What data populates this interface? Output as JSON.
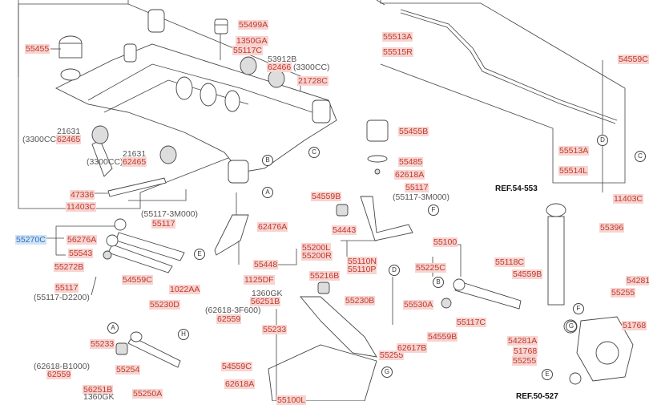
{
  "diagram": {
    "title": "Rear Suspension Crossmember / Control Arms",
    "references": {
      "ref_top": "REF.54-553",
      "ref_bottom": "REF.50-527"
    },
    "callout_letters": [
      "A",
      "B",
      "C",
      "D",
      "E",
      "F",
      "G",
      "H"
    ],
    "labels": {
      "l55455": "55455",
      "l55499A": "55499A",
      "l1350GA": "1350GA",
      "l55117C_top": "55117C",
      "l53912B": "53912B",
      "l62466": "62466",
      "l3300cc_a": "(3300CC)",
      "l21728C": "21728C",
      "l21631_a": "21631",
      "l3300cc_b": "(3300CC)",
      "l62465_a": "62465",
      "l21631_b": "21631",
      "l3300cc_c": "(3300CC)",
      "l62465_b": "62465",
      "l55455B": "55455B",
      "l55485": "55485",
      "l62618A_top": "62618A",
      "l55117_right": "55117",
      "l55117_3M000_right": "(55117-3M000)",
      "l47336": "47336",
      "l11403C_left": "11403C",
      "l55117_3M000_left": "(55117-3M000)",
      "l55117_left": "55117",
      "l55270C": "55270C",
      "l56276A": "56276A",
      "l55543": "55543",
      "l55272B": "55272B",
      "l55117_lower": "55117",
      "l55117_D2200": "(55117-D2200)",
      "l62476A": "62476A",
      "l55448": "55448",
      "l54559C_mid": "54559C",
      "l1125DF": "1125DF",
      "l1022AA": "1022AA",
      "l1360GK_mid": "1360GK",
      "l56251B_mid": "56251B",
      "l62618_3F600": "(62618-3F600)",
      "l62559_mid": "62559",
      "l55233_mid": "55233",
      "l55230D": "55230D",
      "l55233_low": "55233",
      "l62618_B1000": "(62618-B1000)",
      "l62559_low": "62559",
      "l55254": "55254",
      "l56251B_low": "56251B",
      "l1360GK_low": "1360GK",
      "l55250A": "55250A",
      "l54559B_a": "54559B",
      "l54443": "54443",
      "l55110N": "55110N",
      "l55110P": "55110P",
      "l55200L": "55200L",
      "l55200R": "55200R",
      "l55216B": "55216B",
      "l55230B": "55230B",
      "l55530A": "55530A",
      "l54559C_low": "54559C",
      "l62618A_low": "62618A",
      "l55255_mid": "55255",
      "l62617B": "62617B",
      "l55100": "55100",
      "l55225C": "55225C",
      "l55118C": "55118C",
      "l54559B_b": "54559B",
      "l55117C_right": "55117C",
      "l54559B_c": "54559B",
      "l55513A_top": "55513A",
      "l55515R": "55515R",
      "l54559C_top": "54559C",
      "l55513A_right": "55513A",
      "l55514L": "55514L",
      "l11403C_right": "11403C",
      "l55396": "55396",
      "l54281_edge": "54281",
      "l55255_right": "55255",
      "l51768_right": "51768",
      "l54281A": "54281A",
      "l51768_low": "51768",
      "l55255_low": "55255",
      "l55100_cut": "55100L"
    },
    "selected_part": "55270C",
    "colors": {
      "part_bg": "#f7d4d1",
      "part_text": "#c0392b",
      "selected_bg": "#cfe2f7",
      "selected_text": "#2e6fb7",
      "line": "#444444"
    }
  }
}
